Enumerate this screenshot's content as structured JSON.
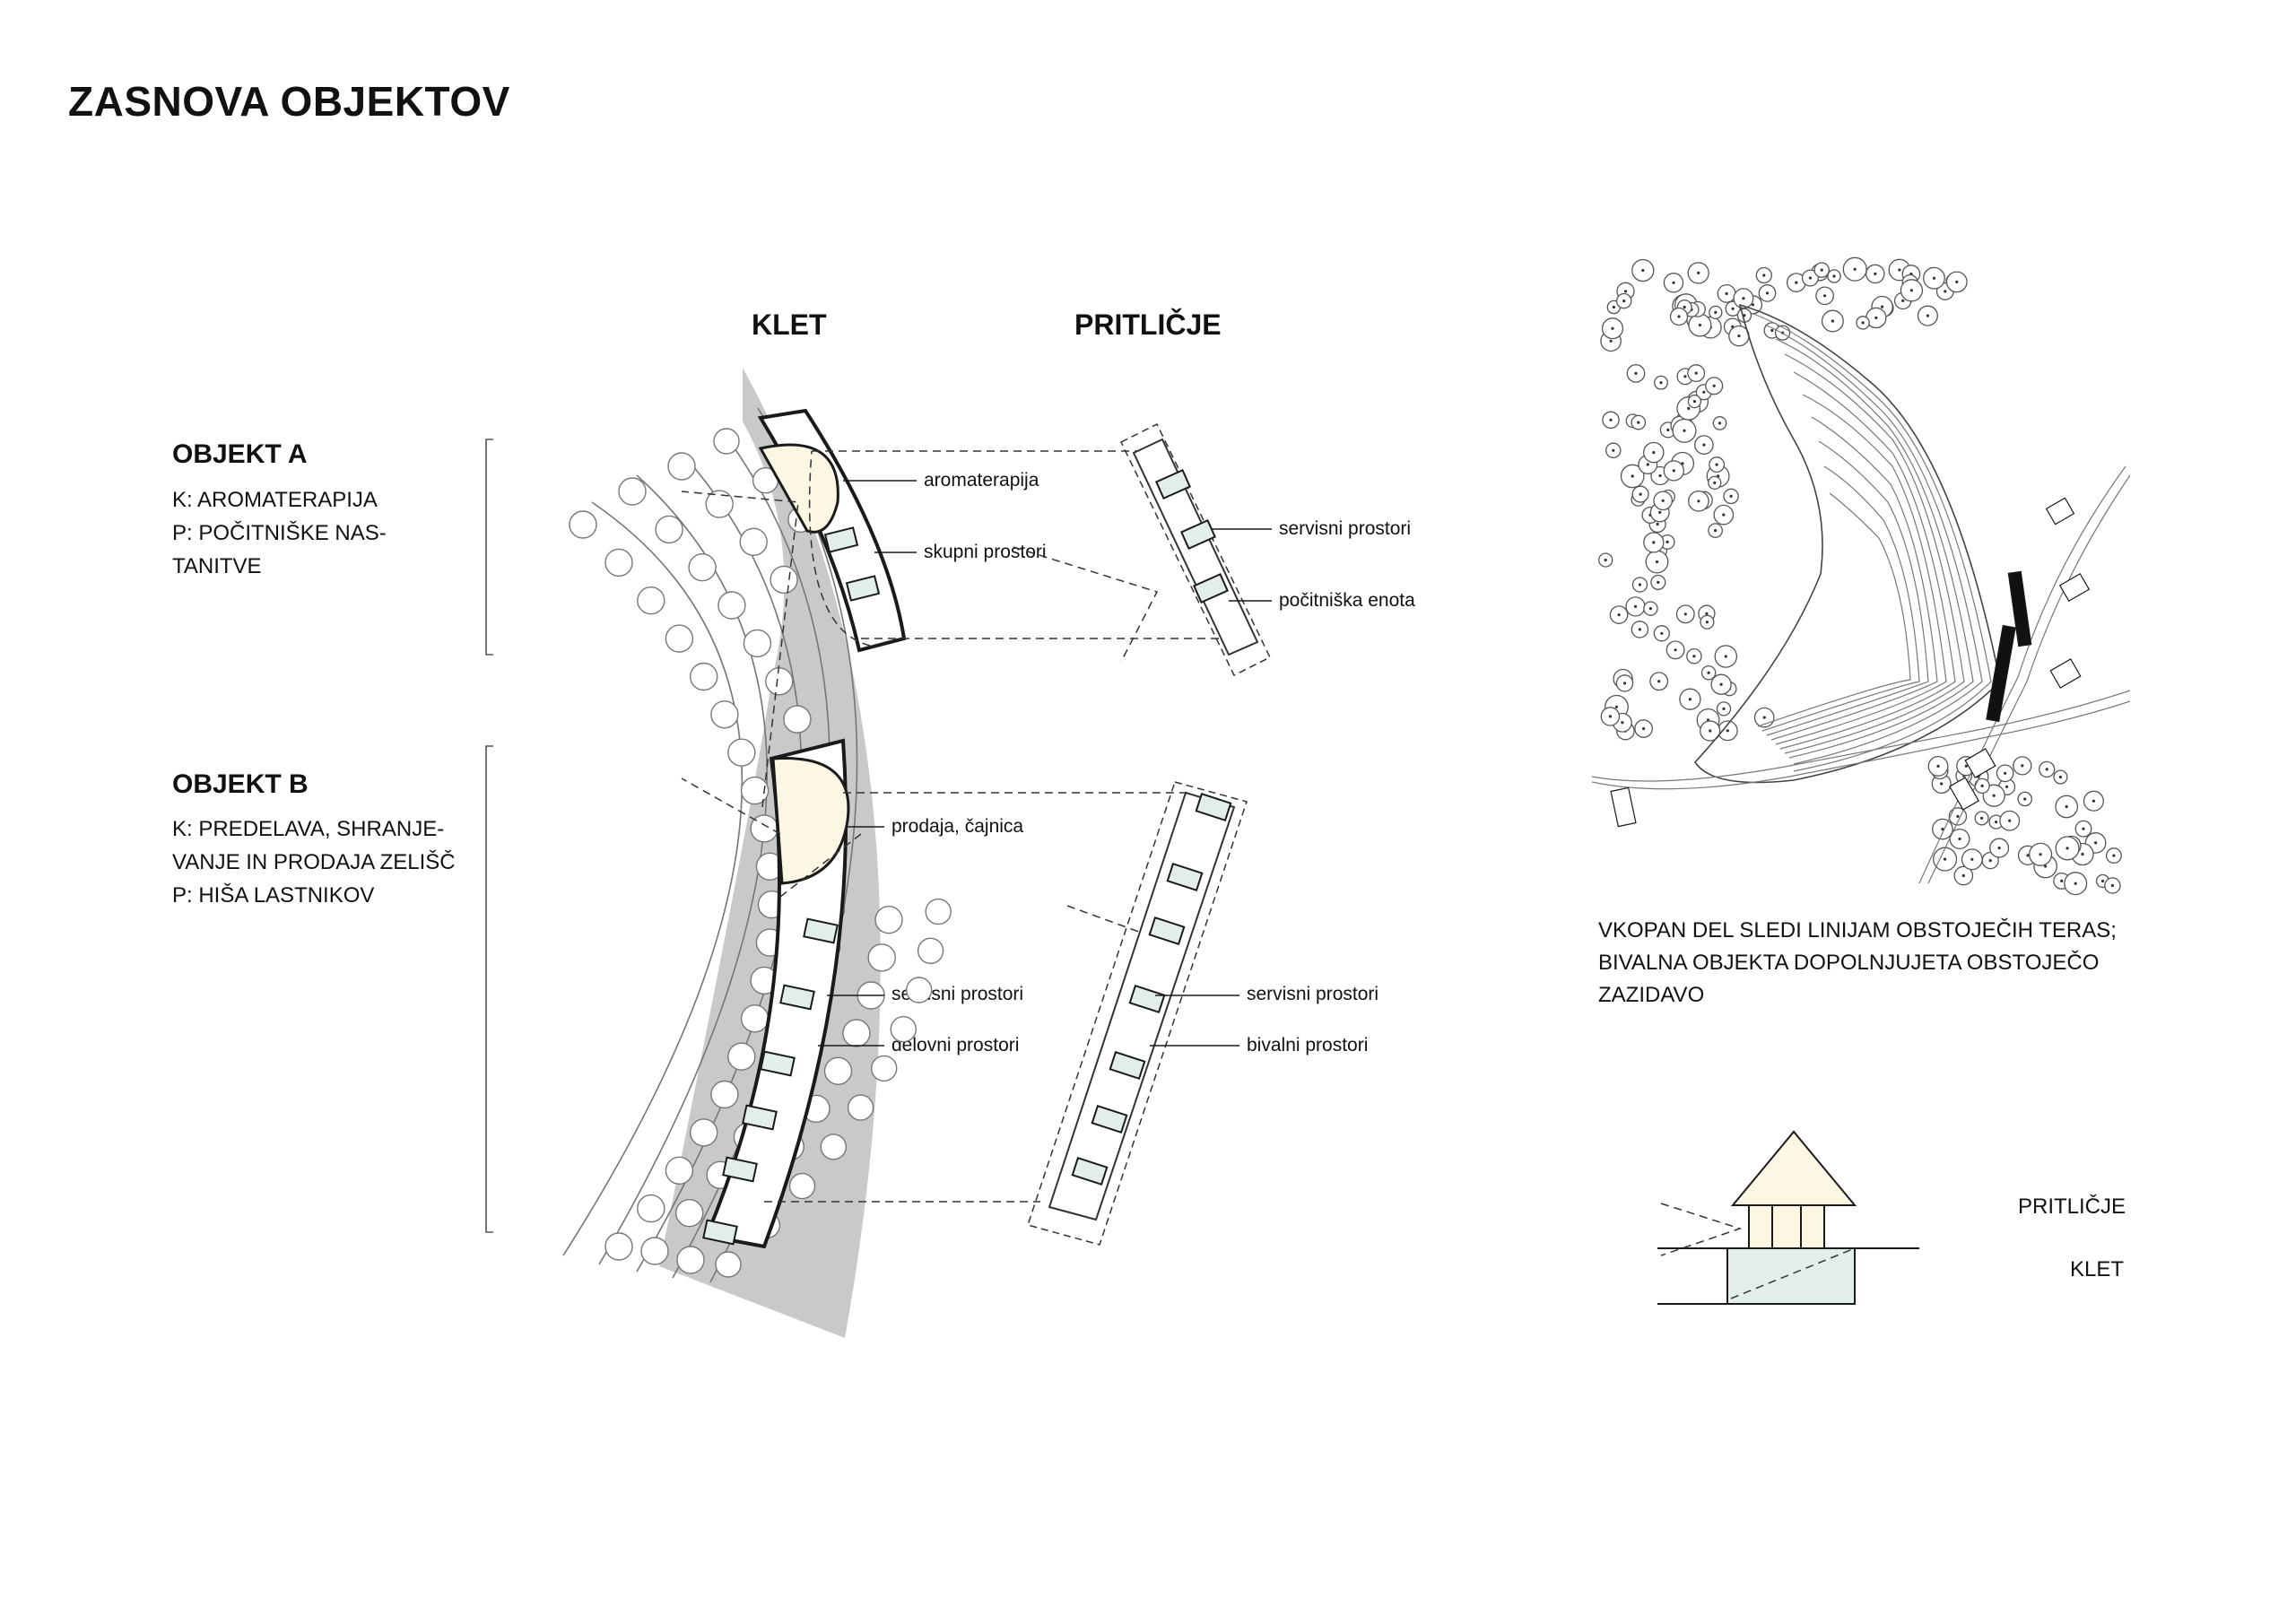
{
  "title": "ZASNOVA OBJEKTOV",
  "columns": {
    "klet": "KLET",
    "pritlicje": "PRITLIČJE"
  },
  "objekt_a": {
    "heading": "OBJEKT A",
    "lines": [
      "K: AROMATERAPIJA",
      "P: POČITNIŠKE NAS-",
      "TANITVE"
    ]
  },
  "objekt_b": {
    "heading": "OBJEKT B",
    "lines": [
      "K: PREDELAVA, SHRANJE-",
      "VANJE IN PRODAJA ZELIŠČ",
      "P: HIŠA LASTNIKOV"
    ]
  },
  "labels": {
    "aromaterapija": "aromaterapija",
    "skupni": "skupni prostori",
    "servisni_a": "servisni prostori",
    "pocitniska": "počitniška enota",
    "prodaja": "prodaja, čajnica",
    "servisni_b_klet": "servisni prostori",
    "delovni": "delovni prostori",
    "servisni_b_prit": "servisni prostori",
    "bivalni": "bivalni prostori"
  },
  "caption": [
    "VKOPAN DEL SLEDI LINIJAM OBSTOJEČIH TERAS;",
    "BIVALNA OBJEKTA DOPOLNJUJETA OBSTOJEČO",
    "ZAZIDAVO"
  ],
  "section": {
    "pritlicje": "PRITLIČJE",
    "klet": "KLET"
  },
  "colors": {
    "terrain": "#c8c9cb",
    "cream": "#fbf7e2",
    "mint": "#e2efe9",
    "line": "#1a1a1a"
  }
}
